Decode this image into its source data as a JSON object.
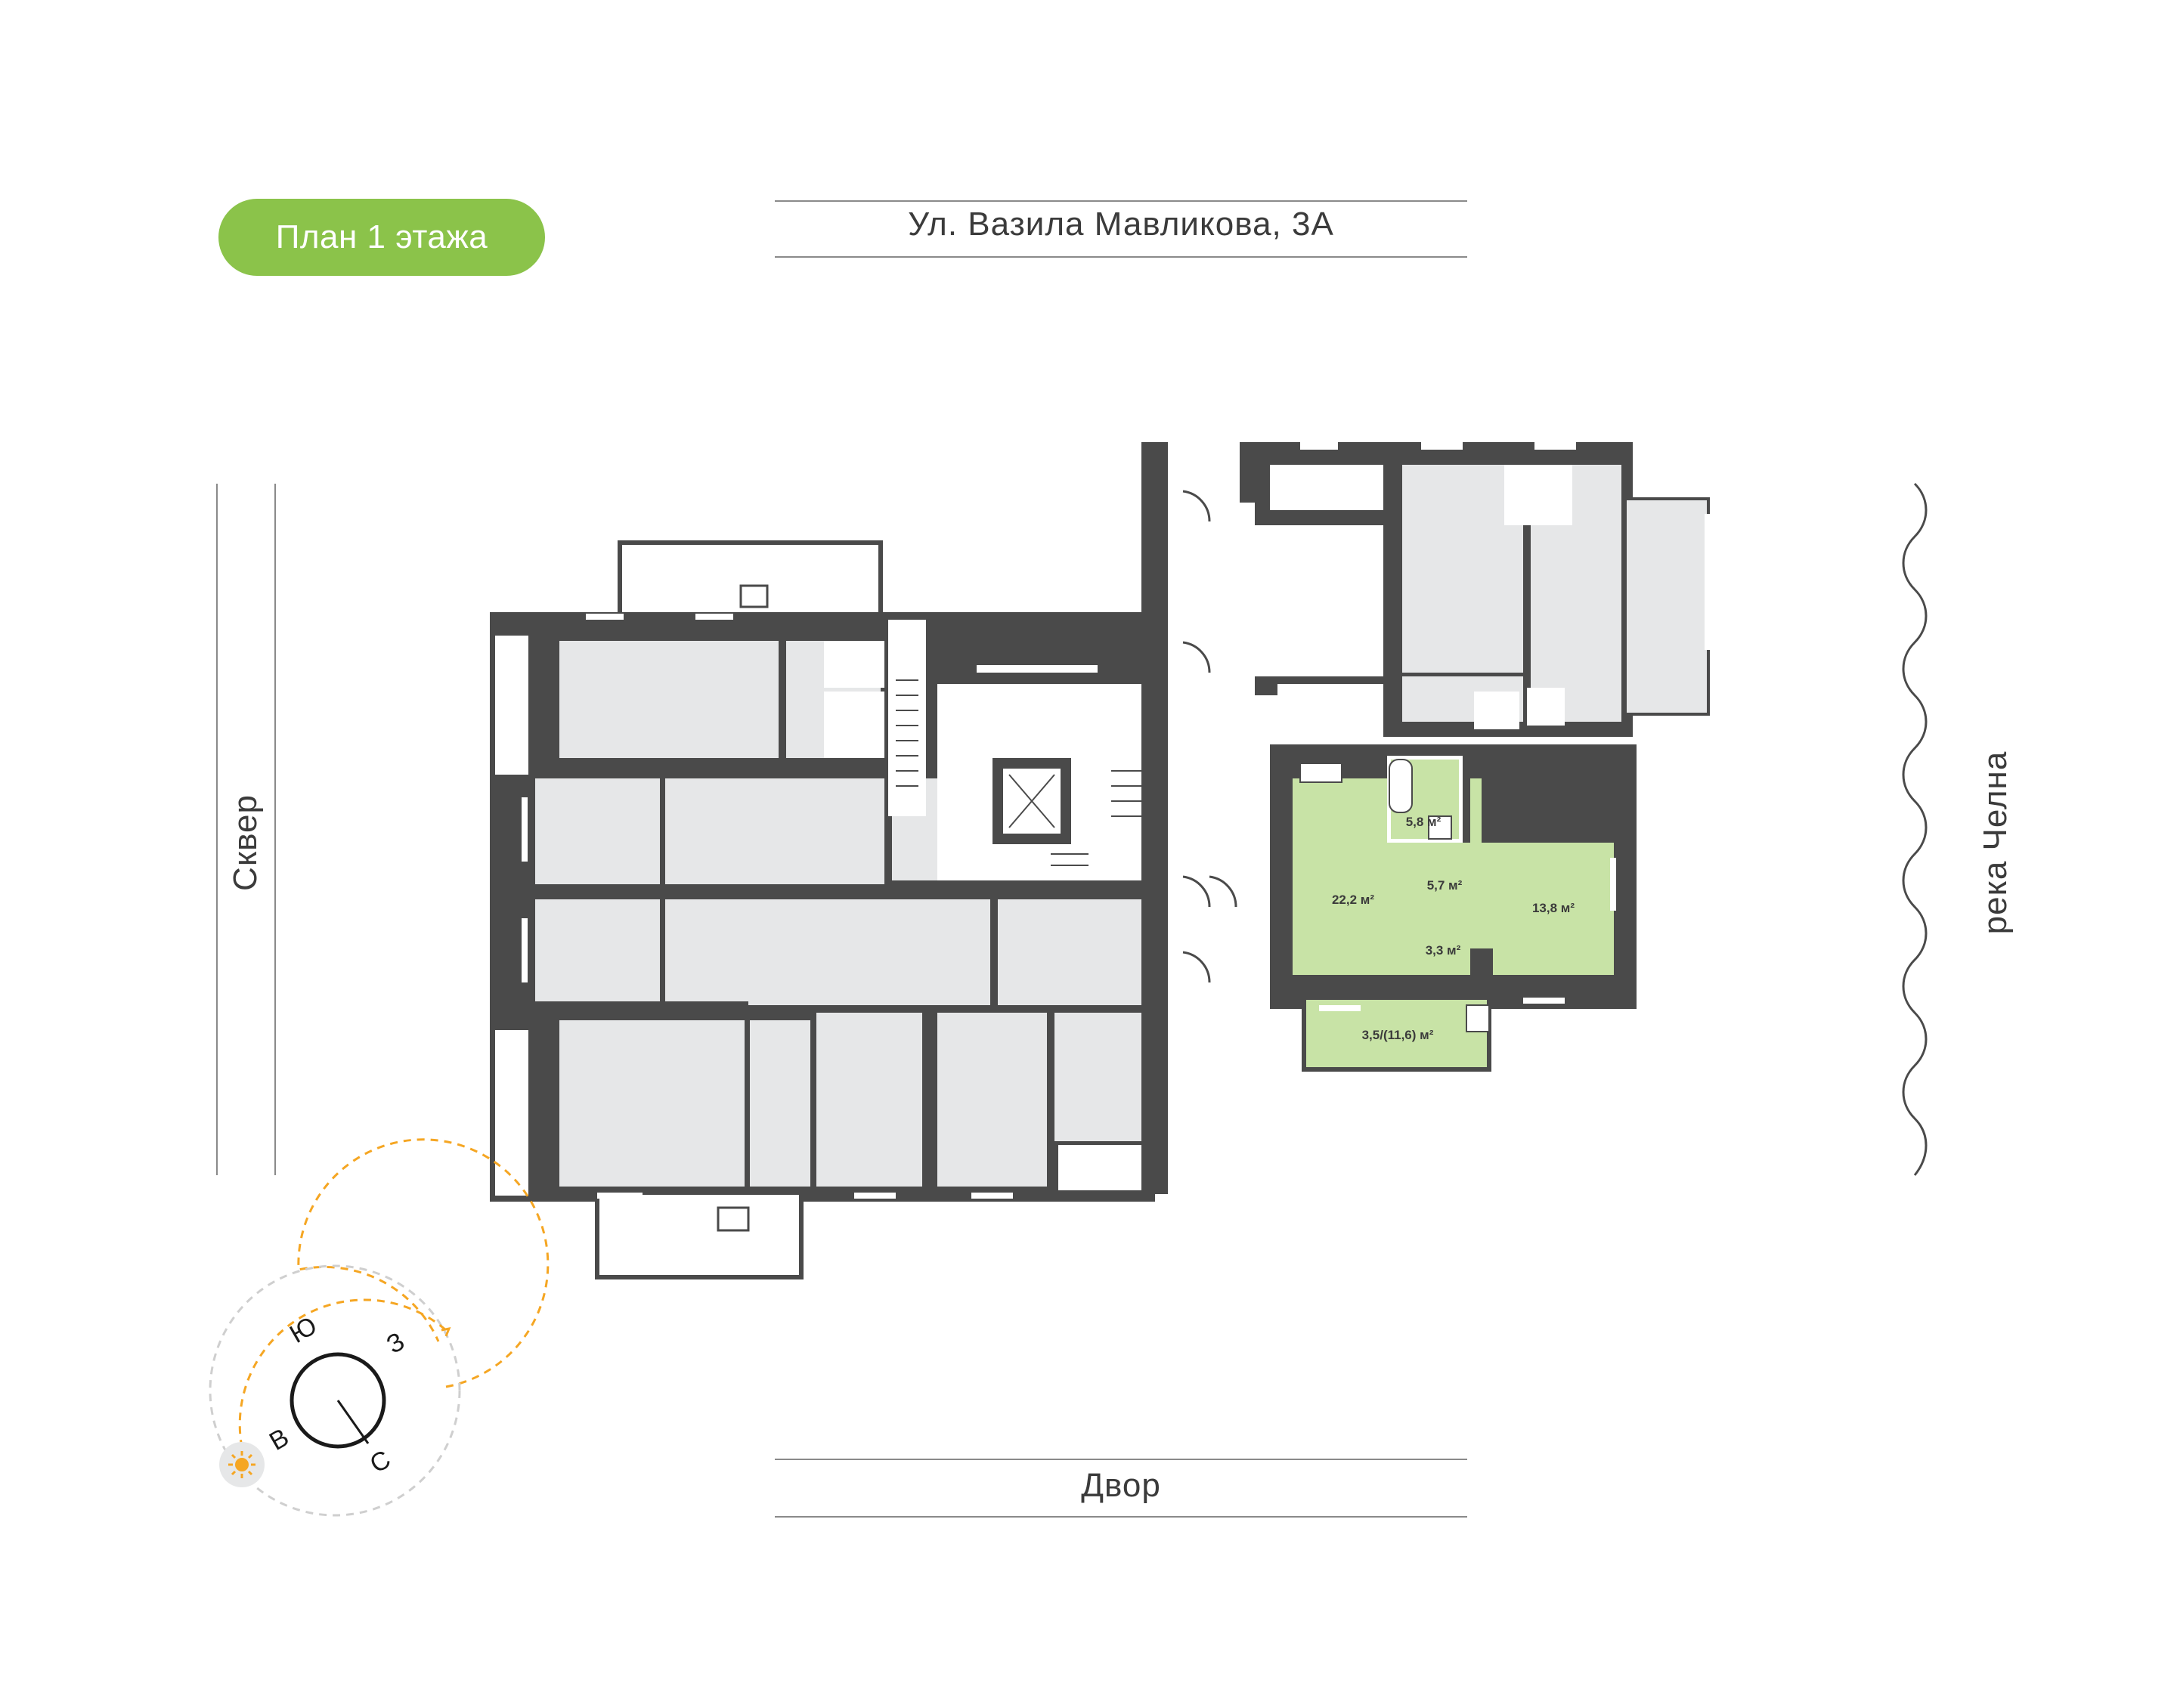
{
  "title": "План 1 этажа",
  "streets": {
    "top": "Ул. Вазила Мавликова, 3А",
    "bottom": "Двор",
    "left": "Сквер",
    "right": "река Челна"
  },
  "apartment": {
    "highlight_color": "#c8e3a6",
    "areas": {
      "bathroom": "5,8 м²",
      "living": "22,2 м²",
      "hall": "5,7 м²",
      "bedroom": "13,8 м²",
      "storage": "3,3 м²",
      "terrace": "3,5/(11,6) м²"
    }
  },
  "compass": {
    "south": "Ю",
    "west": "З",
    "east": "В",
    "north": "С",
    "sun_icon": "sun-icon",
    "arc_color": "#f5a623"
  },
  "colors": {
    "accent": "#8bc34a",
    "walls": "#4a4a4a",
    "rooms": "#e6e7e8"
  }
}
